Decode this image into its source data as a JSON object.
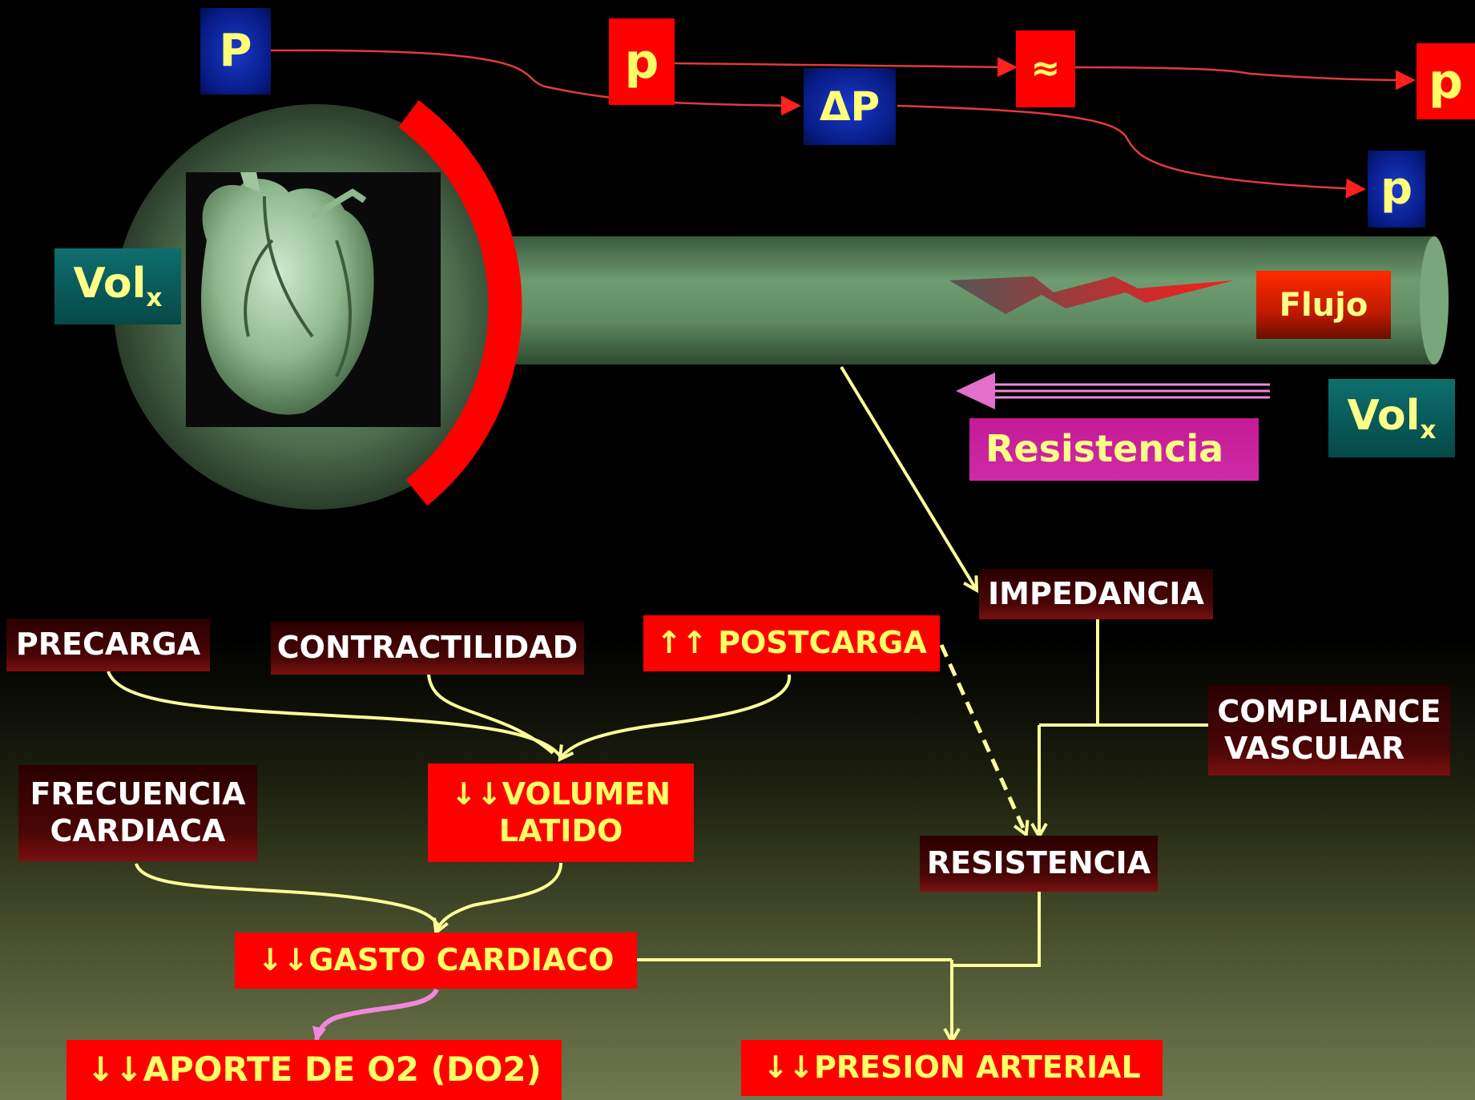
{
  "pressure_chain": {
    "P_label": "P",
    "p1_label": "p",
    "delta_label": "ΔP",
    "approx_label": "≈",
    "p2_label": "p",
    "p3_label": "p"
  },
  "vessel": {
    "vol_left_main": "Vol",
    "vol_left_sub": "x",
    "vol_right_main": "Vol",
    "vol_right_sub": "x",
    "flow_label": "Flujo",
    "resistance_label": "Resistencia"
  },
  "flowchart": {
    "impedancia": "IMPEDANCIA",
    "precarga": "PRECARGA",
    "contractilidad": "CONTRACTILIDAD",
    "postcarga": "↑↑ POSTCARGA",
    "compliance_line1": "COMPLIANCE",
    "compliance_line2": "VASCULAR",
    "frecuencia_line1": "FRECUENCIA",
    "frecuencia_line2": "CARDIACA",
    "volumen_line1": "↓↓VOLUMEN",
    "volumen_line2": "LATIDO",
    "resistencia": "RESISTENCIA",
    "gasto": "↓↓GASTO CARDIACO",
    "aporte": "↓↓APORTE DE O2 (DO2)",
    "presion": "↓↓PRESION ARTERIAL"
  },
  "colors": {
    "accent_red": "#ff0000",
    "text_yellow": "#ffff66",
    "arrow_yellow": "#ffff99",
    "arrow_pink": "#ee88dd",
    "vessel_green": "#5f8b62",
    "heart_green": "#a8d4a8"
  },
  "icons": [
    "heart-image",
    "flow-lightning-icon",
    "resistance-arrow-icon"
  ]
}
